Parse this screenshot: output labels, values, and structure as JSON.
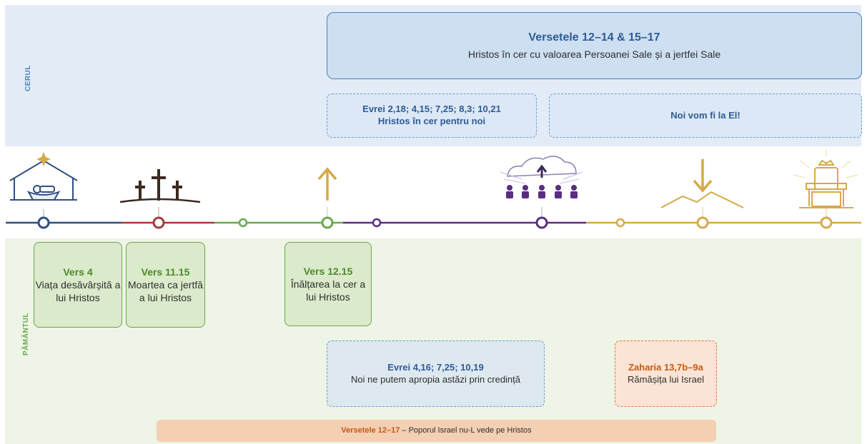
{
  "labels": {
    "heaven": "CERUL",
    "earth": "PĂMÂNTUL"
  },
  "heaven_box": {
    "title": "Versetele 12–14 & 15–17",
    "text": "Hristos în cer cu valoarea Persoanei Sale și a jertfei Sale"
  },
  "evrei_heaven": {
    "ref": "Evrei 2,18; 4,15; 7,25; 8,3; 10,21",
    "text": "Hristos în cer pentru noi"
  },
  "noi_box": {
    "text": "Noi vom fi la El!"
  },
  "vers4": {
    "title": "Vers 4",
    "text": "Viața desăvârșită a lui Hristos"
  },
  "vers11": {
    "title": "Vers 11.15",
    "text": "Moartea ca jertfă a lui Hristos"
  },
  "vers12": {
    "title": "Vers 12.15",
    "text": "Înălțarea la cer a lui Hristos"
  },
  "evrei_earth": {
    "ref": "Evrei 4,16; 7,25; 10,19",
    "text": "Noi ne putem apropia astăzi prin credință"
  },
  "zaharia": {
    "ref": "Zaharia 13,7b–9a",
    "text": "Rămășița lui Israel"
  },
  "bottom": {
    "ref": "Versetele 12–17",
    "text": " – Poporul Israel nu-L vede pe Hristos"
  },
  "icons": [
    "manger-icon",
    "three-crosses-icon",
    "up-arrow-icon",
    "rapture-icon",
    "down-arrow-mountain-icon",
    "throne-icon"
  ],
  "colors": {
    "blue": "#2f5b99",
    "green": "#6aa84f",
    "orange": "#c55a11",
    "red": "#a33a3a",
    "purple": "#5a2d82",
    "gold": "#d6a94a"
  }
}
